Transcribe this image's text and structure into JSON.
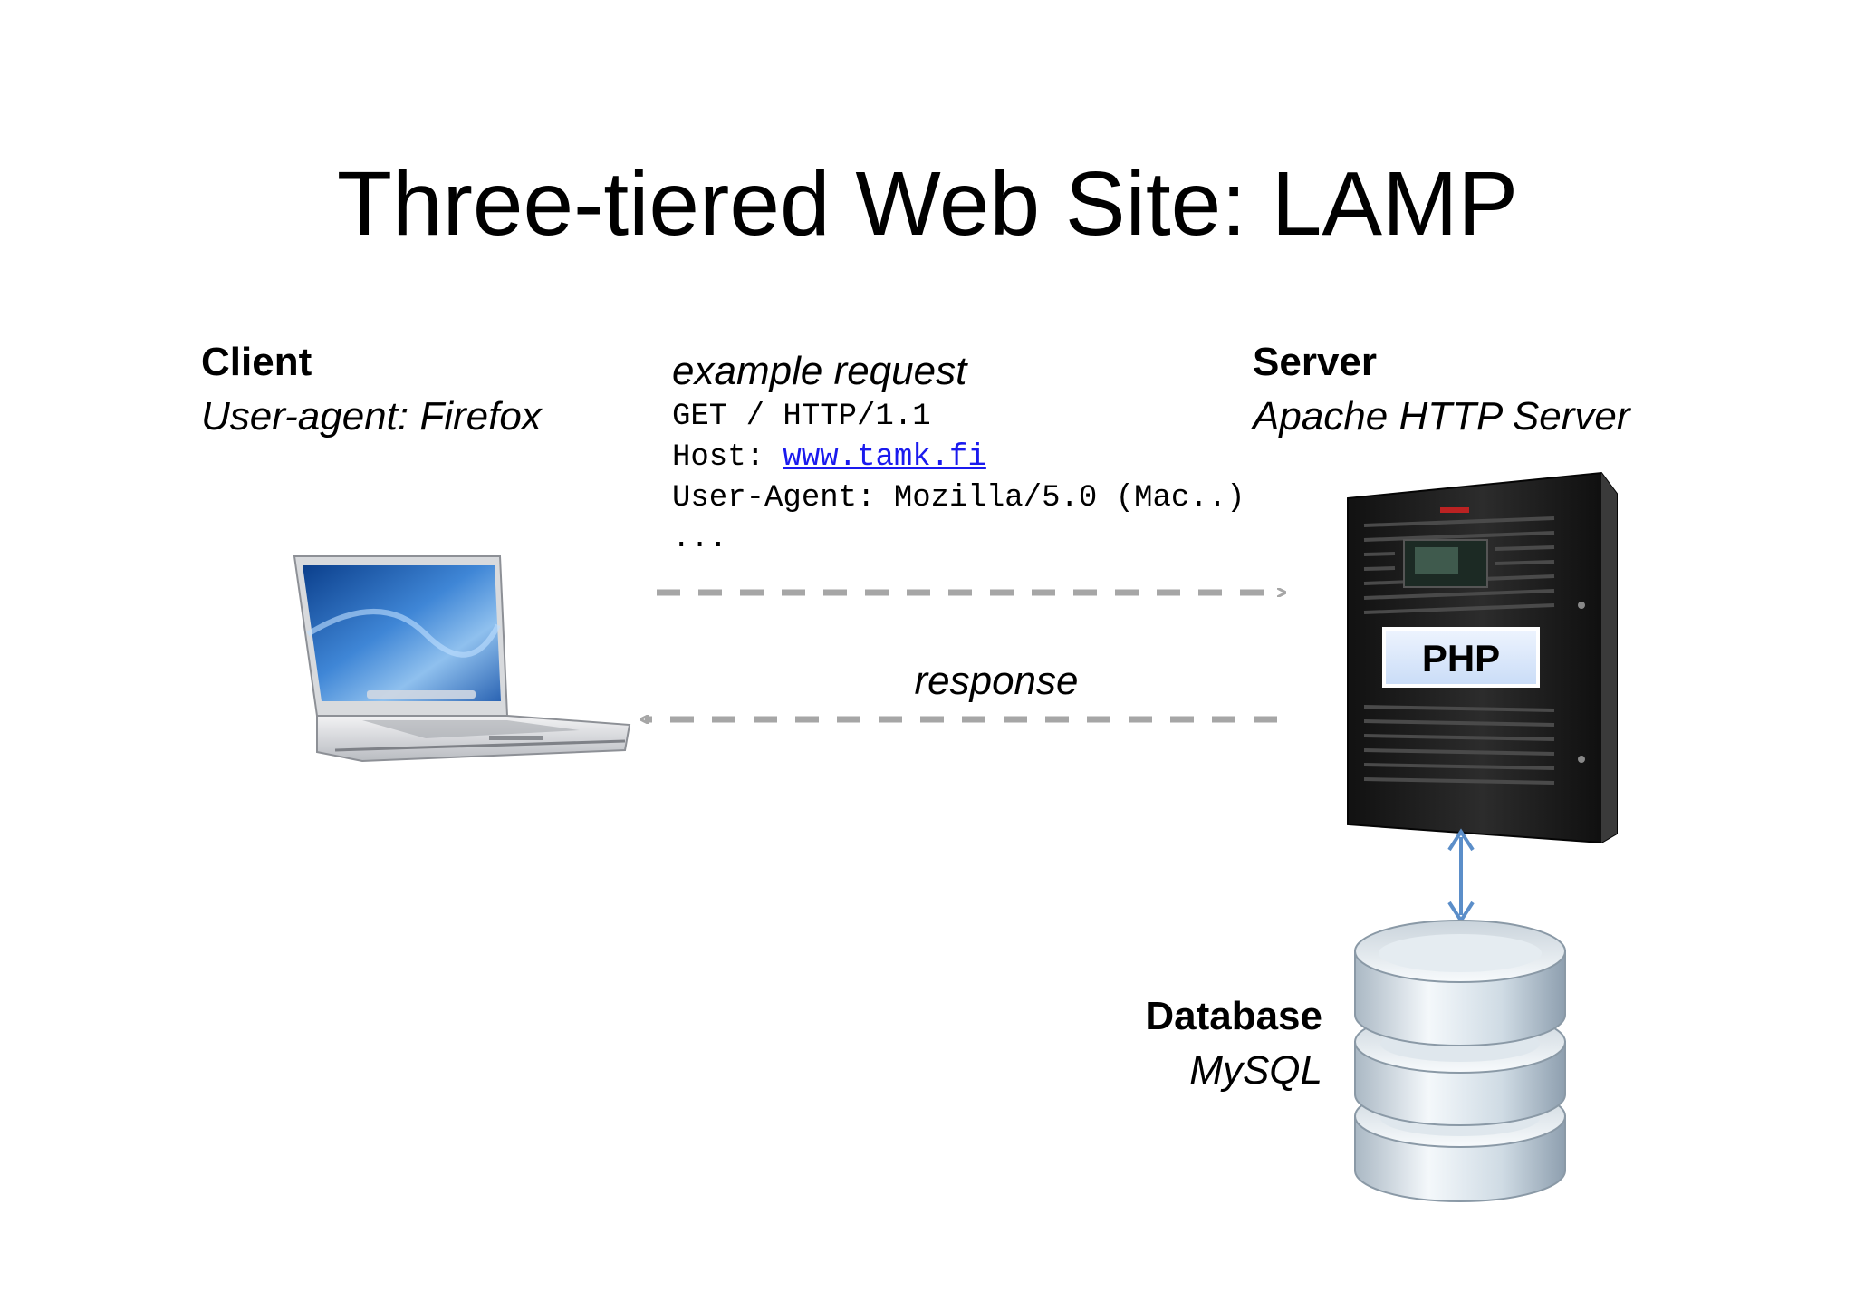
{
  "title": "Three-tiered Web Site: LAMP",
  "client": {
    "heading": "Client",
    "subtitle": "User-agent: Firefox"
  },
  "request": {
    "heading": "example request",
    "line1": "GET / HTTP/1.1",
    "host_prefix": "Host: ",
    "host_link": "www.tamk.fi",
    "line3": "User-Agent: Mozilla/5.0 (Mac..)",
    "line4": "..."
  },
  "server": {
    "heading": "Server",
    "subtitle": "Apache HTTP Server",
    "module_label": "PHP"
  },
  "response": {
    "label": "response"
  },
  "database": {
    "heading": "Database",
    "subtitle": "MySQL"
  },
  "colors": {
    "arrow_dashed": "#a6a6a6",
    "db_arrow": "#5b8ec9",
    "php_box": "#dbe8fb",
    "link": "#1a1aee"
  },
  "icons": [
    "laptop-icon",
    "server-tower-icon",
    "database-cylinder-icon"
  ]
}
